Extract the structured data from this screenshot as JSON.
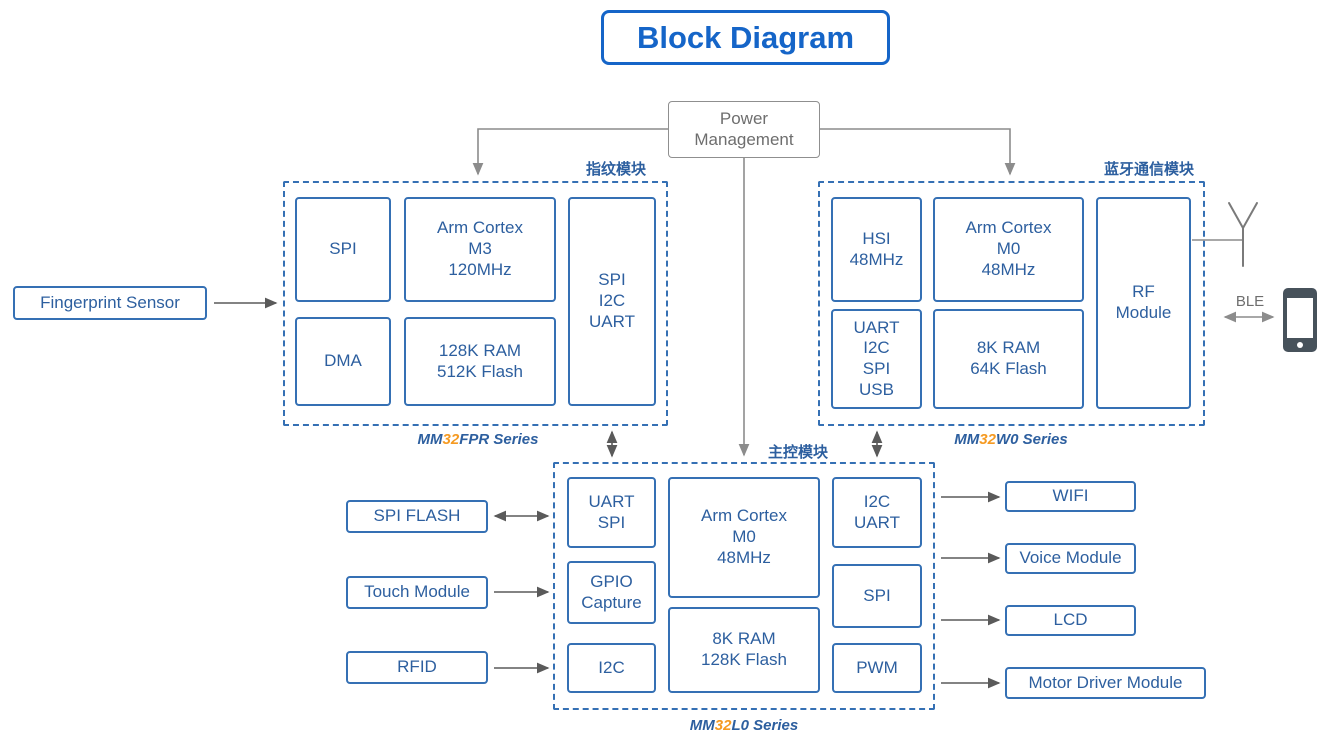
{
  "title": "Block Diagram",
  "power_management": {
    "label": "Power\nManagement"
  },
  "fingerprint_sensor": {
    "label": "Fingerprint Sensor"
  },
  "fpr_module": {
    "tag": "指纹模块",
    "series": {
      "mm": "MM",
      "num": "32",
      "rest": "FPR Series"
    },
    "spi": "SPI",
    "core": "Arm Cortex\nM3\n120MHz",
    "dma": "DMA",
    "memory": "128K RAM\n512K Flash",
    "interfaces": "SPI\nI2C\nUART"
  },
  "w0_module": {
    "tag": "蓝牙通信模块",
    "series": {
      "mm": "MM",
      "num": "32",
      "rest": "W0 Series"
    },
    "hsi": "HSI\n48MHz",
    "core": "Arm Cortex\nM0\n48MHz",
    "interfaces": "UART\nI2C\nSPI\nUSB",
    "memory": "8K RAM\n64K Flash",
    "rf": "RF\nModule"
  },
  "l0_module": {
    "tag": "主控模块",
    "series": {
      "mm": "MM",
      "num": "32",
      "rest": "L0 Series"
    },
    "uart_spi": "UART\nSPI",
    "core": "Arm Cortex\nM0\n48MHz",
    "i2c_uart": "I2C\nUART",
    "gpio": "GPIO\nCapture",
    "spi": "SPI",
    "i2c": "I2C",
    "memory": "8K RAM\n128K Flash",
    "pwm": "PWM"
  },
  "left_peripherals": [
    {
      "label": "SPI FLASH"
    },
    {
      "label": "Touch Module"
    },
    {
      "label": "RFID"
    }
  ],
  "right_peripherals": [
    {
      "label": "WIFI"
    },
    {
      "label": "Voice Module"
    },
    {
      "label": "LCD"
    },
    {
      "label": "Motor Driver Module"
    }
  ],
  "ble": {
    "label": "BLE"
  },
  "colors": {
    "box_blue": "#3570b4",
    "text_blue": "#2d5f9f",
    "title_blue": "#1565c8",
    "orange": "#f59a22",
    "wire_gray": "#8c8c8c",
    "arrow_dark": "#5a5a5a"
  }
}
